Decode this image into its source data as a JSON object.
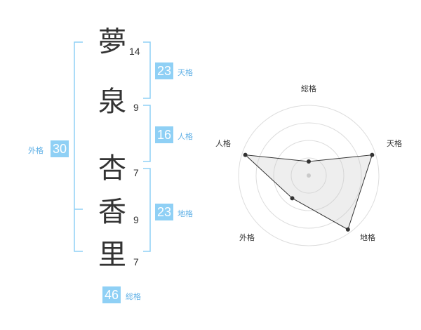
{
  "name": {
    "chars": [
      {
        "char": "夢",
        "strokes": "14"
      },
      {
        "char": "泉",
        "strokes": "9"
      },
      {
        "char": "杏",
        "strokes": "7"
      },
      {
        "char": "香",
        "strokes": "9"
      },
      {
        "char": "里",
        "strokes": "7"
      }
    ]
  },
  "kaku": {
    "tenkaku": {
      "value": "23",
      "label": "天格"
    },
    "jinkaku": {
      "value": "16",
      "label": "人格"
    },
    "chikaku": {
      "value": "23",
      "label": "地格"
    },
    "gaikaku": {
      "value": "30",
      "label": "外格"
    },
    "soukaku": {
      "value": "46",
      "label": "総格"
    }
  },
  "colors": {
    "accent": "#8fd0f5",
    "bracket": "#8fd0f5",
    "label": "#5fb0e6"
  },
  "chart_data": {
    "type": "radar",
    "axes": [
      "総格",
      "天格",
      "地格",
      "外格",
      "人格"
    ],
    "values": [
      0.2,
      0.95,
      0.95,
      0.4,
      0.95
    ],
    "rings": 4
  }
}
